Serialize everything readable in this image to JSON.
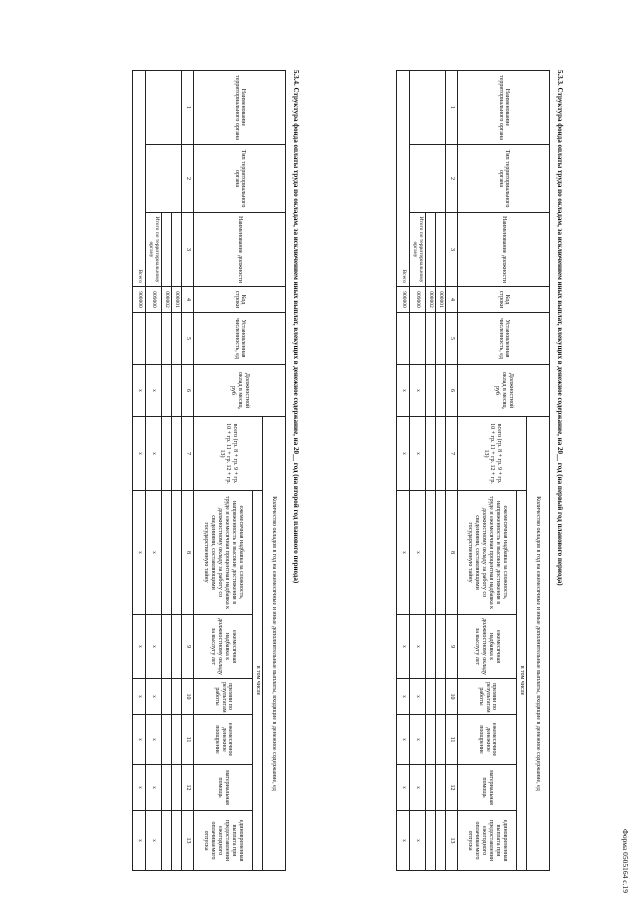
{
  "form_label": "Форма 0505164 с.19",
  "section_533_title": "5.3.3. Структура фонда оплаты труда по окладам, за исключением иных выплат, влекущих в денежное содержание, на 20__ год (на первый год планового периода)",
  "section_534_title": "5.3.4. Структура фонда оплаты труда по окладам, за исключением иных выплат, влекущих в денежное содержание, на 20__ год (на второй год планового периода)",
  "columns": {
    "c1": "Наименование территориального органа",
    "c2": "Тип территориального органа",
    "c3": "Наименование должности",
    "c4": "Код строки",
    "c5": "Установленная численность, ед",
    "c6": "Должностной оклад в месяц, руб",
    "group": "Количество окладов в год на ежемесячные и иные дополнительные выплаты, входящие в денежное содержание, ед",
    "c7": "всего (гр. 8 + гр. 9 + гр. 10 + гр. 11 + гр. 12 + гр. 13)",
    "in_that": "в том числе",
    "c8": "ежемесячная надбавка за сложность, напряженность и высокие достижения в труде и ежемесячная процентная надбавка к должностному окладу за работу со сведениями, составляющими государственную тайну",
    "c9": "ежемесячная надбавка к должностному окладу за выслугу лет",
    "c10": "премии по результатам работы",
    "c11": "ежемесячное денежное поощрение",
    "c12": "материальная помощь",
    "c13": "единовременная выплата при предоставлении ежегодного оплачиваемого отпуска"
  },
  "col_numbers": [
    "1",
    "2",
    "3",
    "4",
    "5",
    "6",
    "7",
    "8",
    "9",
    "10",
    "11",
    "12",
    "13"
  ],
  "table1": {
    "codes": [
      "000001",
      "000002"
    ],
    "subtotal_label": "Итого по территориальному органу",
    "subtotal_code": "009000",
    "total_label": "Всего",
    "total_code": "900000",
    "x_mark": "x"
  },
  "table2": {
    "codes": [
      "000001",
      "000002"
    ],
    "subtotal_label": "Итого по территориальному органу",
    "subtotal_code": "009000",
    "total_label": "Всего",
    "total_code": "900000",
    "x_mark": "x"
  }
}
